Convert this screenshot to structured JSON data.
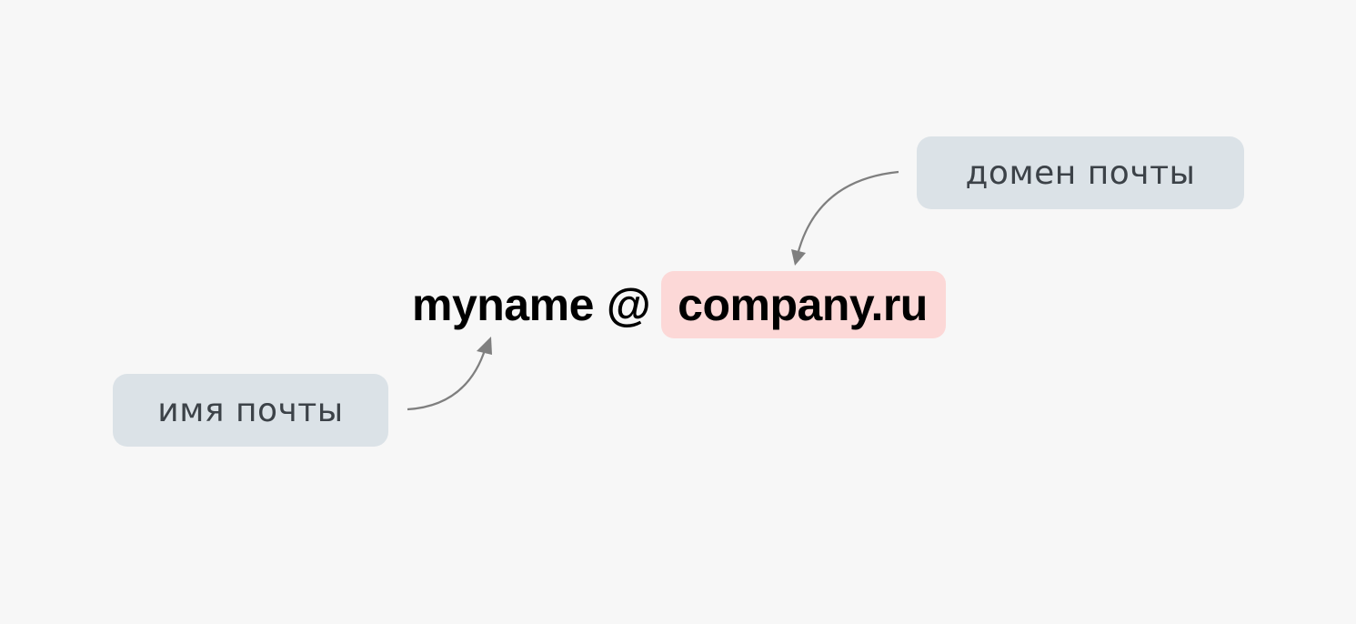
{
  "diagram": {
    "email": {
      "local_part": "myname",
      "at_sign": "@",
      "domain_part": "company.ru"
    },
    "labels": {
      "domain_label": "домен почты",
      "name_label": "имя почты"
    },
    "colors": {
      "background": "#f7f7f7",
      "label_bg": "#dbe2e7",
      "label_text": "#3c4248",
      "domain_highlight": "#fcd8d7",
      "arrow": "#7f7f7f"
    }
  }
}
